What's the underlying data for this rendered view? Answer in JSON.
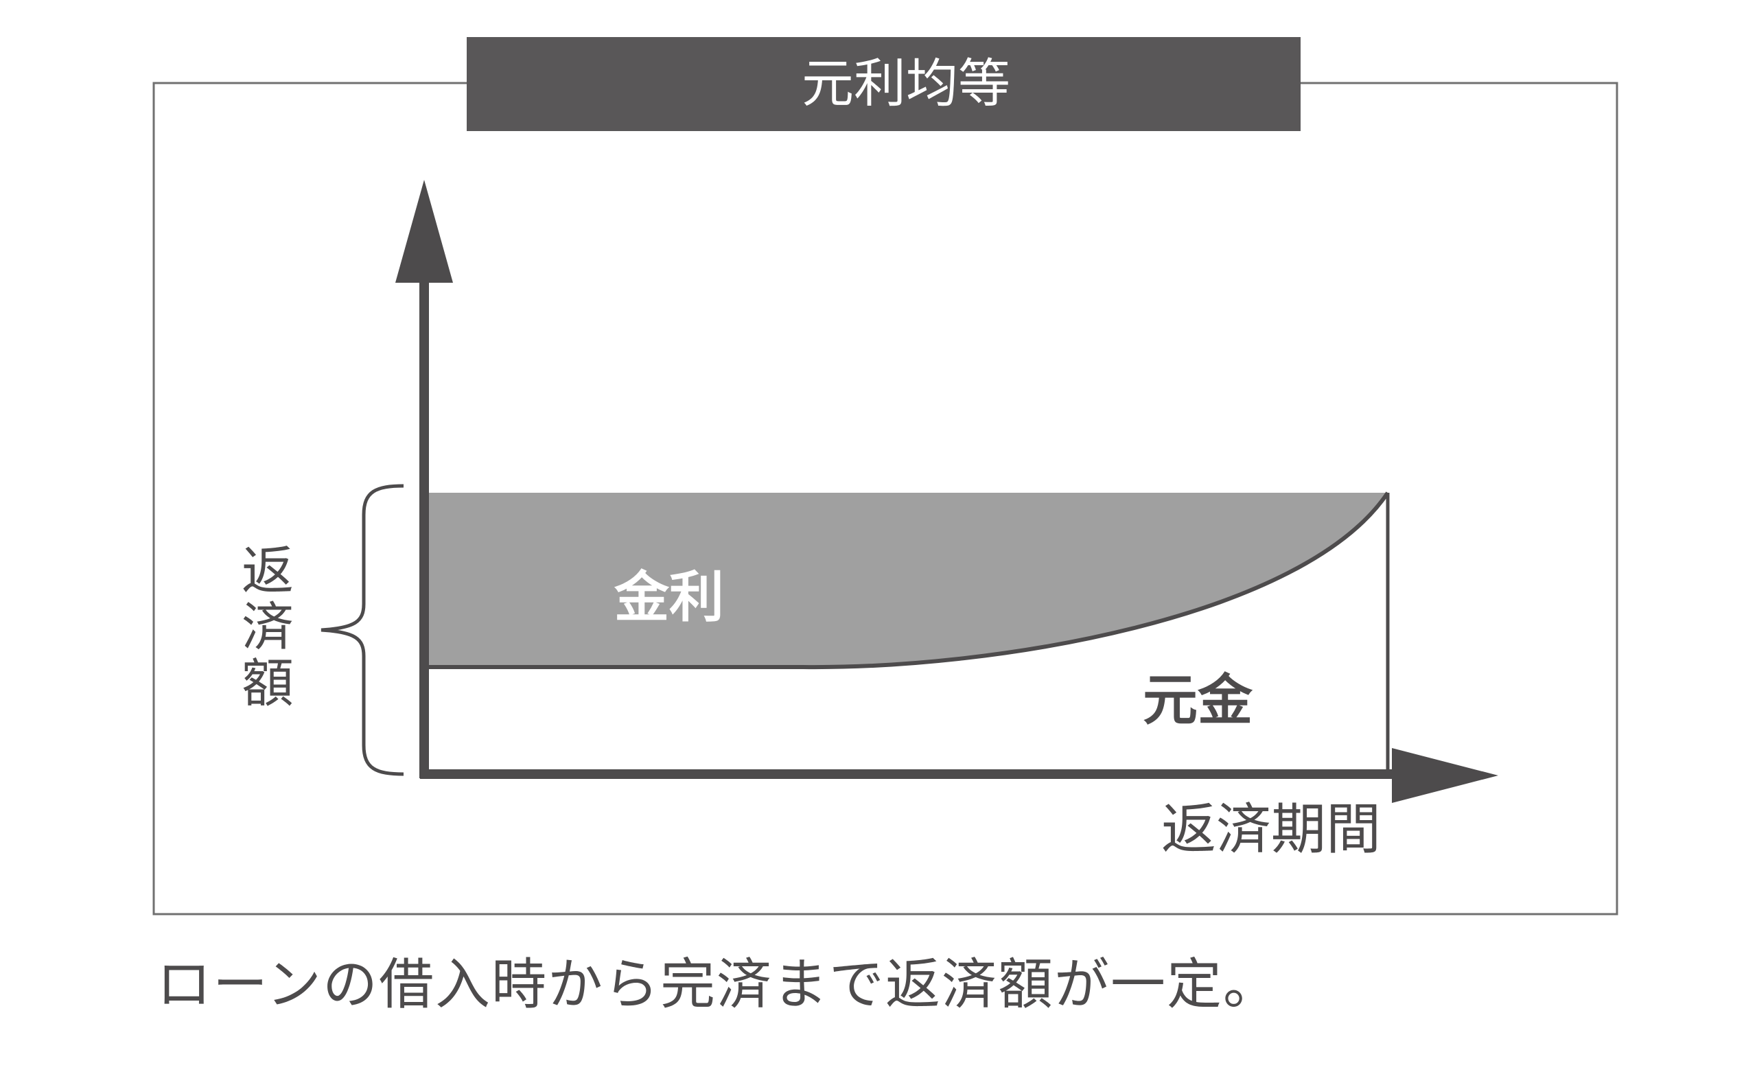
{
  "title": "元利均等",
  "y_axis_label": [
    "返",
    "済",
    "額"
  ],
  "x_axis_label": "返済期間",
  "segments": {
    "interest": "金利",
    "principal": "元金"
  },
  "caption": "ローンの借入時から完済まで返済額が一定。",
  "colors": {
    "title_bg": "#595758",
    "title_text": "#ffffff",
    "interest_fill": "#a0a0a0",
    "principal_fill": "#ffffff",
    "axis": "#4d4b4c",
    "frame": "#707070",
    "text": "#4d4b4c"
  }
}
